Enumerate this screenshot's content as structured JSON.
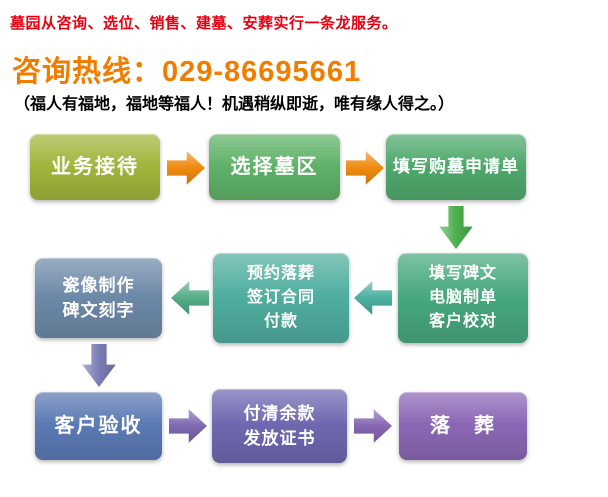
{
  "header": {
    "tagline": "墓园从咨询、选位、销售、建墓、安葬实行一条龙服务。",
    "tagline_color": "#e60012",
    "hotline": "咨询热线：029-86695661",
    "hotline_color": "#f07c00",
    "slogan": "（福人有福地，福地等福人！机遇稍纵即逝，唯有缘人得之。）",
    "slogan_color": "#000000"
  },
  "flow": {
    "steps": [
      {
        "label": "业务接待",
        "color": "#a2b53c"
      },
      {
        "label": "选择墓区",
        "color": "#5fb268"
      },
      {
        "label": "填写购墓申请单",
        "color": "#4fa96c"
      },
      {
        "label": "填写碑文\n电脑制单\n客户校对",
        "color": "#47a87e"
      },
      {
        "label": "预约落葬\n签订合同\n付款",
        "color": "#4fae9f"
      },
      {
        "label": "瓷像制作\n碑文刻字",
        "color": "#6d89a8"
      },
      {
        "label": "客户验收",
        "color": "#5b79b4"
      },
      {
        "label": "付清余款\n发放证书",
        "color": "#6e68b0"
      },
      {
        "label": "落　葬",
        "color": "#8a67b4"
      }
    ],
    "arrows": [
      {
        "name": "arrow-step1-step2",
        "color": "#ef8a10"
      },
      {
        "name": "arrow-step2-step3",
        "color": "#ef8a10"
      },
      {
        "name": "arrow-step3-step4",
        "color": "#4cb04c"
      },
      {
        "name": "arrow-step4-step5",
        "color": "#4bb0a0"
      },
      {
        "name": "arrow-step5-step6",
        "color": "#53ad86"
      },
      {
        "name": "arrow-step6-step7",
        "color": "#7a7cb4"
      },
      {
        "name": "arrow-step7-step8",
        "color": "#7e68b2"
      },
      {
        "name": "arrow-step8-step9",
        "color": "#8667b2"
      }
    ]
  }
}
